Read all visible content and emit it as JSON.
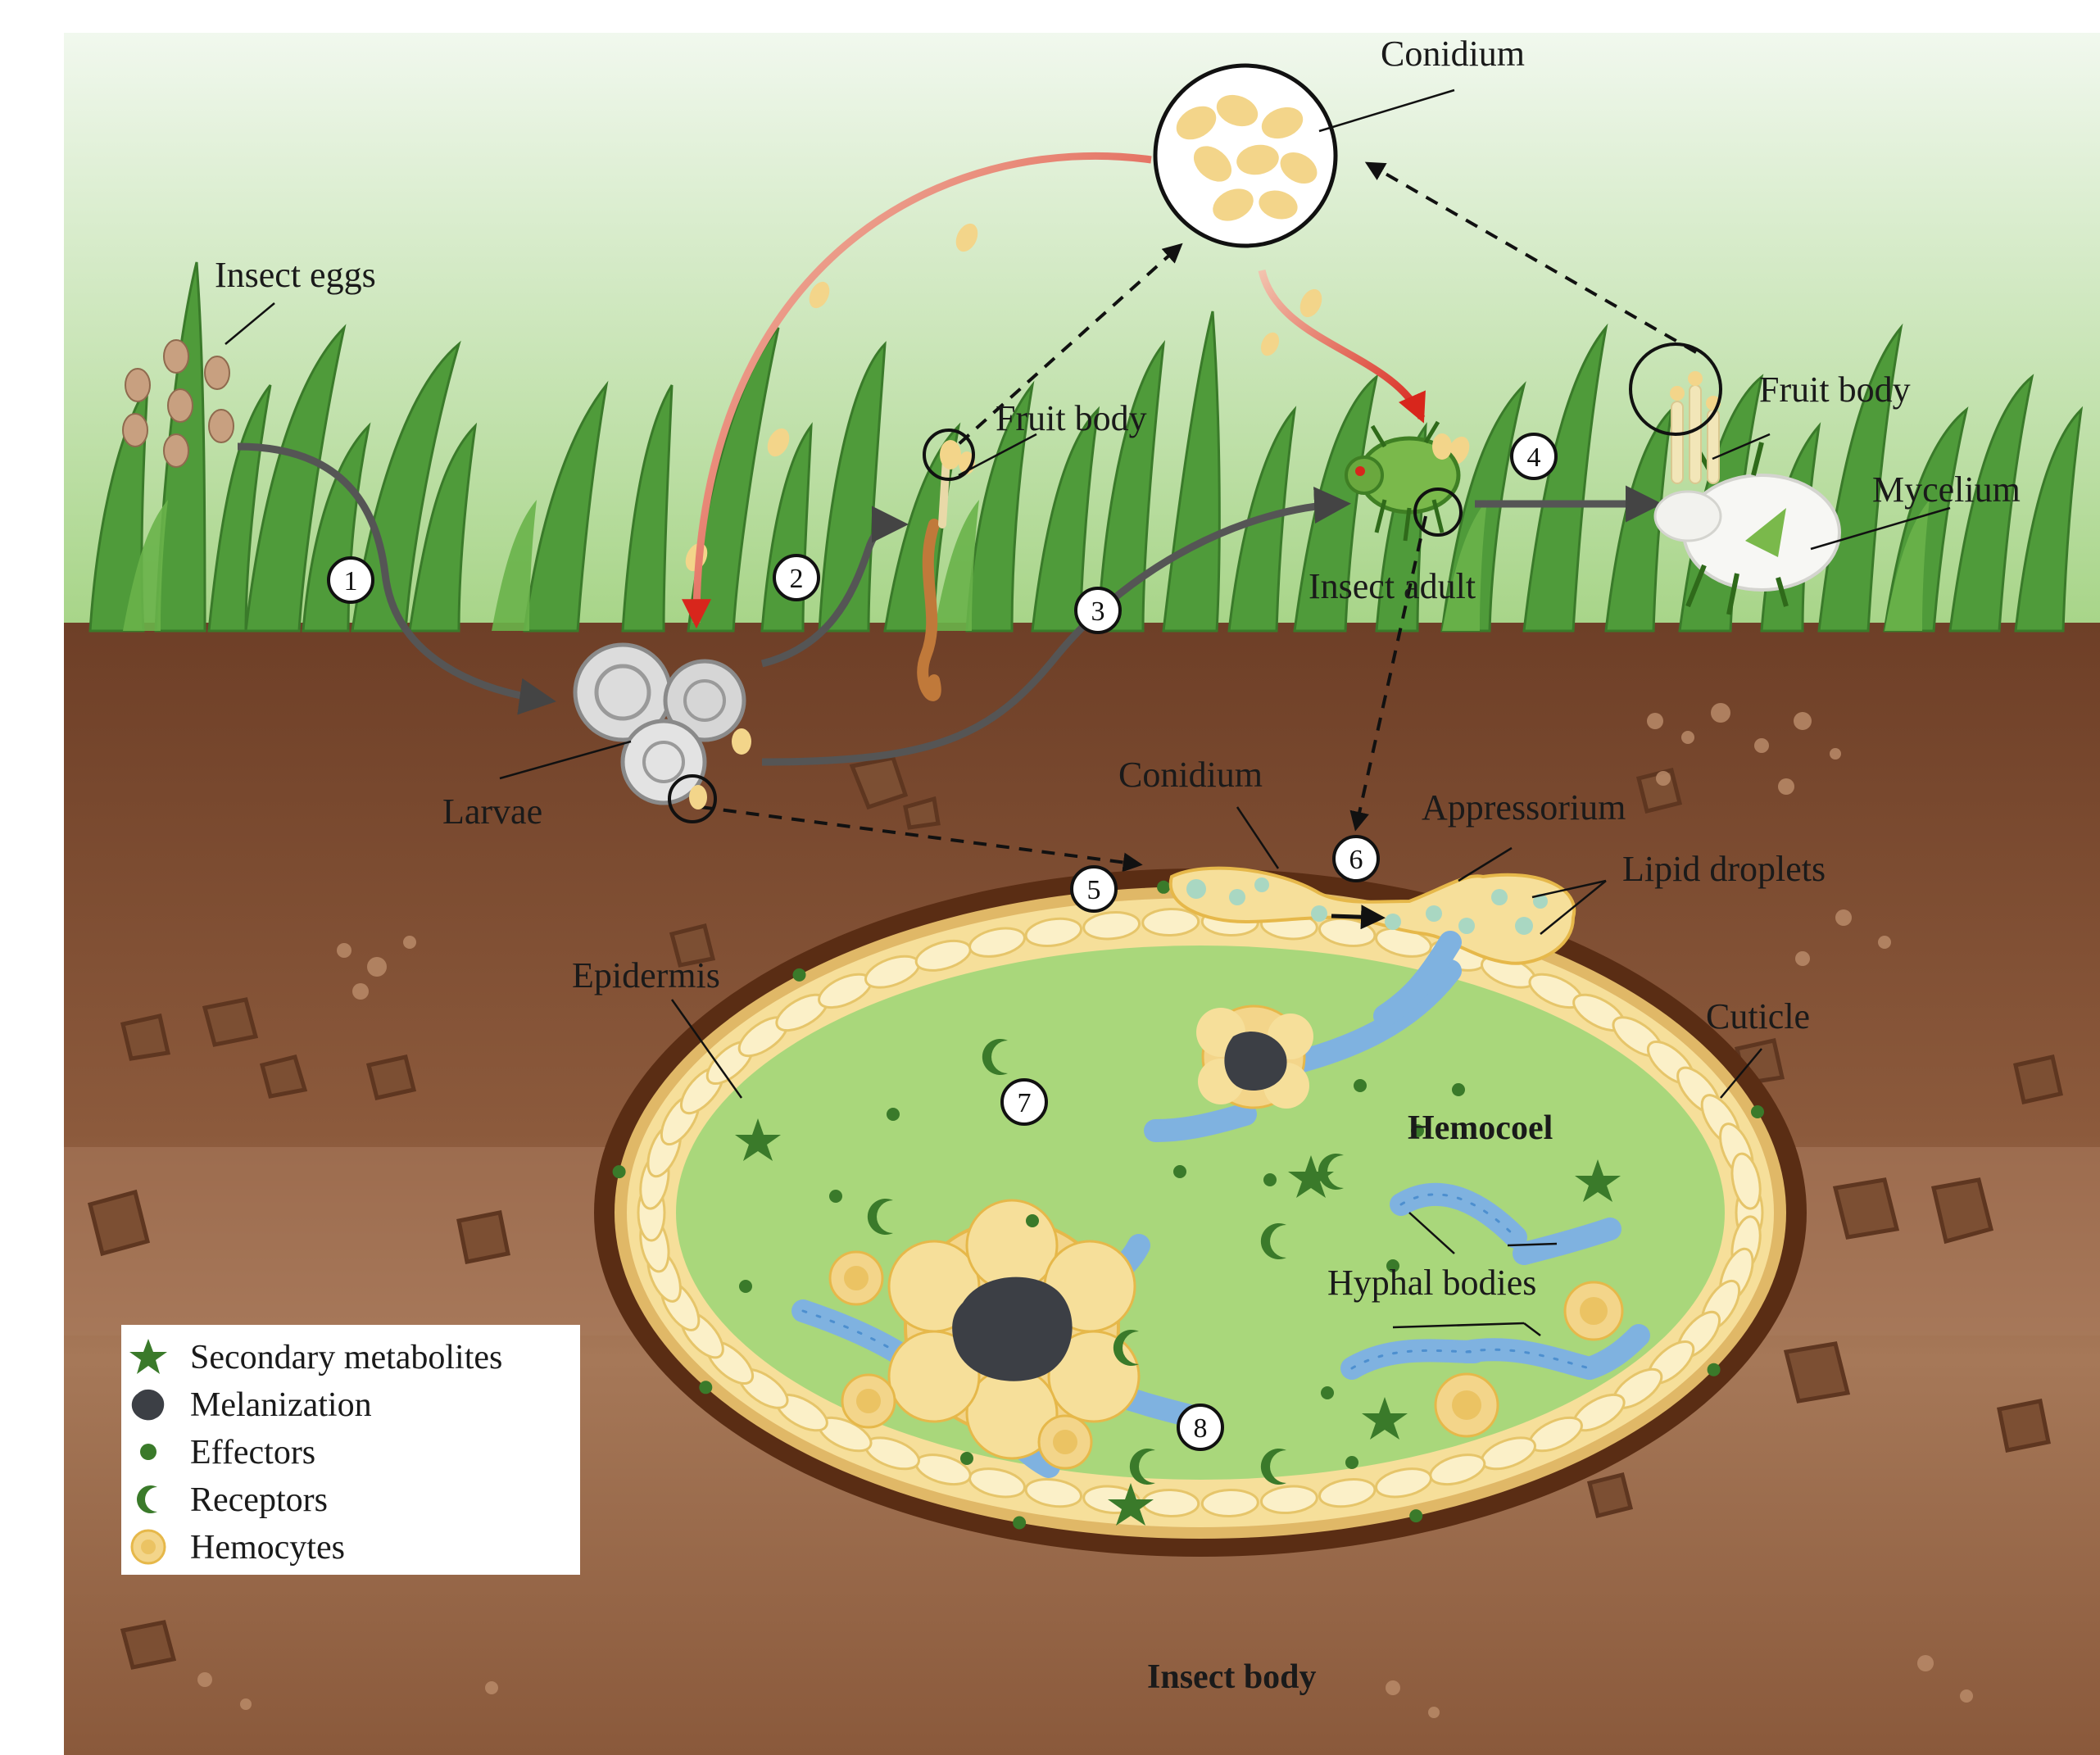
{
  "labels": {
    "conidium_top": "Conidium",
    "insect_eggs": "Insect eggs",
    "fruit_body_left": "Fruit body",
    "fruit_body_right": "Fruit body",
    "mycelium": "Mycelium",
    "insect_adult": "Insect adult",
    "larvae": "Larvae",
    "conidium_bottom": "Conidium",
    "appressorium": "Appressorium",
    "lipid_droplets": "Lipid droplets",
    "epidermis": "Epidermis",
    "cuticle": "Cuticle",
    "hemocoel": "Hemocoel",
    "hyphal_bodies": "Hyphal bodies",
    "insect_body": "Insect body"
  },
  "steps": [
    "1",
    "2",
    "3",
    "4",
    "5",
    "6",
    "7",
    "8"
  ],
  "legend": [
    {
      "icon": "star-icon",
      "label": "Secondary metabolites"
    },
    {
      "icon": "melanization-blob-icon",
      "label": "Melanization"
    },
    {
      "icon": "dot-icon",
      "label": "Effectors"
    },
    {
      "icon": "crescent-icon",
      "label": "Receptors"
    },
    {
      "icon": "hemocyte-icon",
      "label": "Hemocytes"
    }
  ],
  "colors": {
    "sky_top": "#eef7ea",
    "sky_bottom": "#a9d98a",
    "grass": "#4f9b3a",
    "soil_top": "#7a4a30",
    "soil_mid": "#8c5a3c",
    "soil_light": "#a97a5c",
    "cuticle": "#5a2d14",
    "epidermis": "#f6df9a",
    "hemocoel": "#a9d77b",
    "conidium": "#f3d58a",
    "hypha": "#7fb2e0",
    "melanin": "#3c3f45",
    "red_arrow": "#d8261c"
  }
}
